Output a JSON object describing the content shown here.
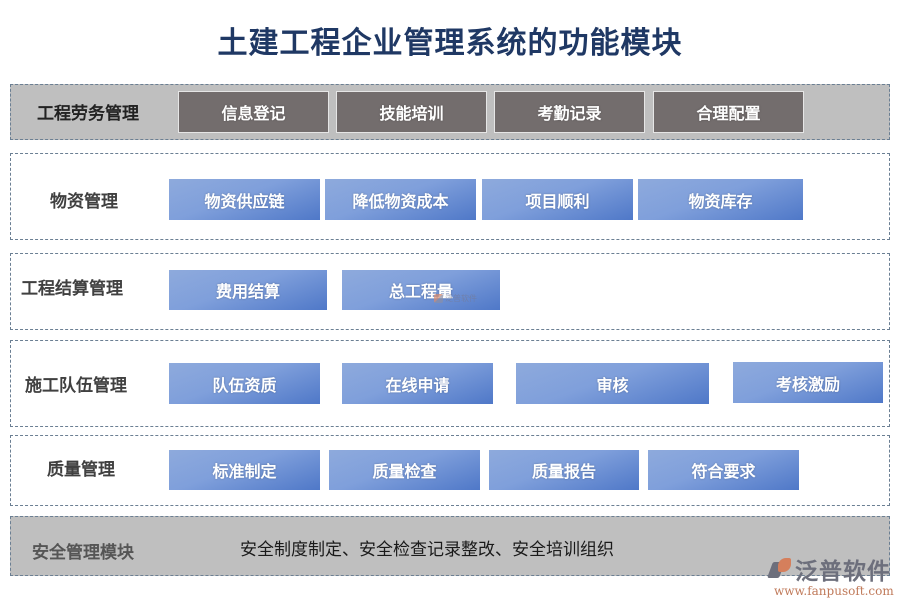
{
  "title": "土建工程企业管理系统的功能模块",
  "rows": [
    {
      "label": "工程劳务管理",
      "items": [
        "信息登记",
        "技能培训",
        "考勤记录",
        "合理配置"
      ]
    },
    {
      "label": "物资管理",
      "items": [
        "物资供应链",
        "降低物资成本",
        "项目顺利",
        "物资库存"
      ]
    },
    {
      "label": "工程结算管理",
      "items": [
        "费用结算",
        "总工程量"
      ]
    },
    {
      "label": "施工队伍管理",
      "items": [
        "队伍资质",
        "在线申请",
        "审核",
        "考核激励"
      ]
    },
    {
      "label": "质量管理",
      "items": [
        "标准制定",
        "质量检查",
        "质量报告",
        "符合要求"
      ]
    },
    {
      "label": "安全管理模块",
      "description": "安全制度制定、安全检查记录整改、安全培训组织"
    }
  ],
  "watermark": {
    "mini_text": "泛普软件",
    "brand_name": "泛普软件",
    "brand_url": "www.fanpusoft.com"
  },
  "colors": {
    "title": "#1f3864",
    "gray_row_bg": "#bfbfbf",
    "dark_chip": "#736d6d",
    "blue_chip_light": "#8eaadc",
    "blue_chip_dark": "#4f78c8",
    "dashed_border": "#6b7f93"
  }
}
